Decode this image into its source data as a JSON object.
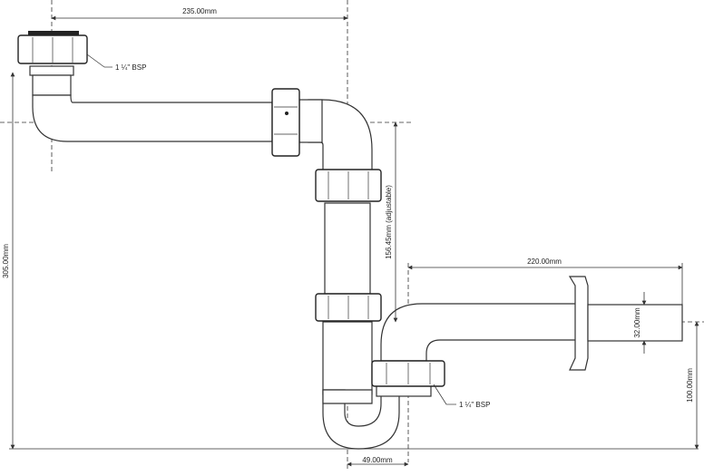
{
  "dimensions": {
    "top_width": "235.00mm",
    "overall_height": "305.00mm",
    "adjustable_height": "156.45mm (adjustable)",
    "outlet_length": "220.00mm",
    "outlet_diameter": "32.00mm",
    "outlet_height": "100.00mm",
    "trap_offset": "49.00mm"
  },
  "labels": {
    "inlet_thread": "1 ¼\" BSP",
    "trap_thread": "1 ¼\" BSP"
  }
}
